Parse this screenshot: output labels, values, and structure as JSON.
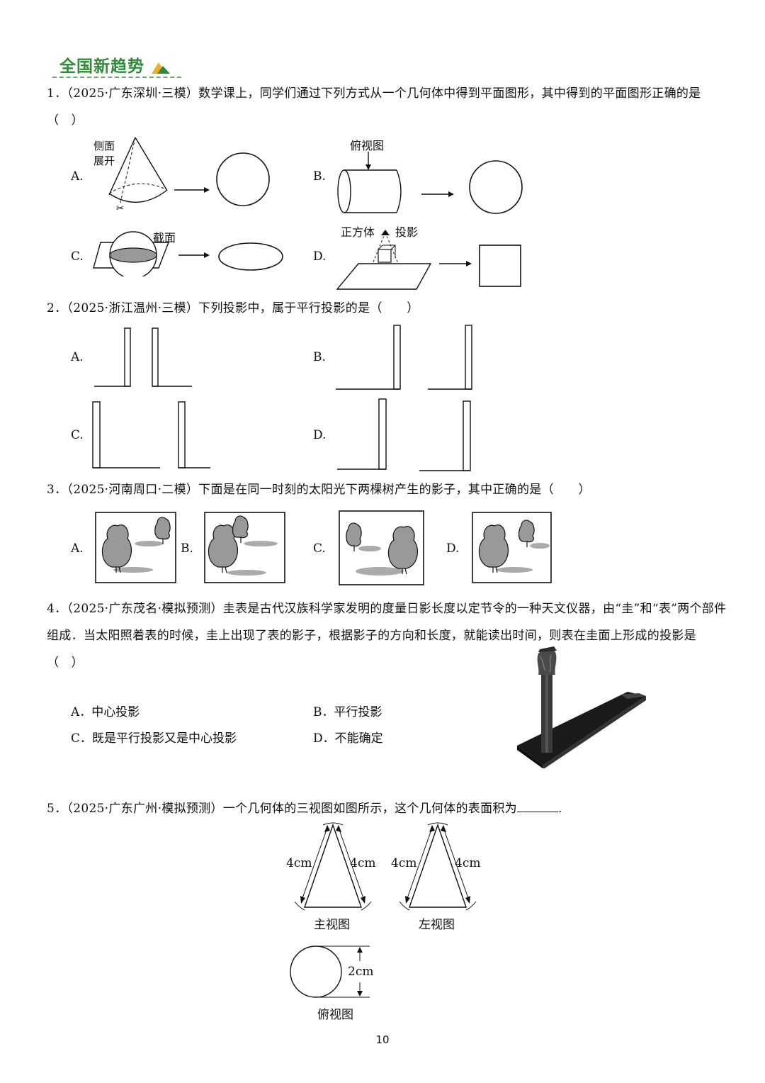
{
  "banner": {
    "title": "全国新趋势"
  },
  "q1": {
    "stem": "1．（2025·广东深圳·三模）数学课上，同学们通过下列方式从一个几何体中得到平面图形，其中得到的平面图形正确的是（　）",
    "options": [
      {
        "letter": "A.",
        "tag": "侧面\n展开"
      },
      {
        "letter": "B.",
        "tag": "俯视图"
      },
      {
        "letter": "C.",
        "tag": "截面"
      },
      {
        "letter": "D.",
        "tag_left": "正方体",
        "tag_right": "投影"
      }
    ]
  },
  "q2": {
    "stem": "2．（2025·浙江温州·三模）下列投影中，属于平行投影的是（　　）",
    "options": [
      "A.",
      "B.",
      "C.",
      "D."
    ]
  },
  "q3": {
    "stem": "3．（2025·河南周口·二模）下面是在同一时刻的太阳光下两棵树产生的影子，其中正确的是（　　）",
    "options": [
      "A.",
      "B.",
      "C.",
      "D."
    ]
  },
  "q4": {
    "stem": "4．（2025·广东茂名·模拟预测）圭表是古代汉族科学家发明的度量日影长度以定节令的一种天文仪器，由“圭”和“表”两个部件组成．当太阳照着表的时候，圭上出现了表的影子，根据影子的方向和长度，就能读出时间，则表在圭面上形成的投影是（　）",
    "options": [
      {
        "letter": "A．",
        "text": "中心投影"
      },
      {
        "letter": "B．",
        "text": "平行投影"
      },
      {
        "letter": "C．",
        "text": "既是平行投影又是中心投影"
      },
      {
        "letter": "D．",
        "text": "不能确定"
      }
    ]
  },
  "q5": {
    "stem": "5．（2025·广东广州·模拟预测）一个几何体的三视图如图所示，这个几何体的表面积为",
    "stem_end": ".",
    "front_label": "主视图",
    "left_label": "左视图",
    "top_label": "俯视图",
    "dim_4cm": "4cm",
    "dim_2cm": "2cm"
  },
  "page_number": "10"
}
